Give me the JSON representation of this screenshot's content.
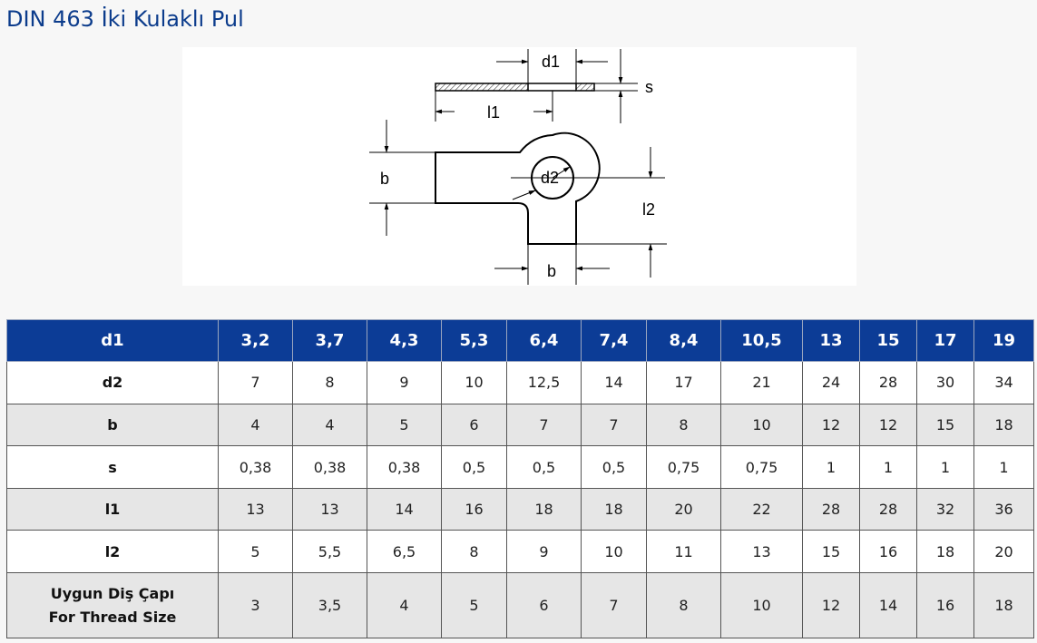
{
  "page": {
    "title": "DIN 463 İki Kulaklı Pul"
  },
  "drawing": {
    "labels": {
      "d1": "d1",
      "s": "s",
      "l1": "l1",
      "b_left": "b",
      "d2": "d2",
      "l2": "l2",
      "b_bottom": "b"
    }
  },
  "table": {
    "header_label": "d1",
    "columns": [
      "3,2",
      "3,7",
      "4,3",
      "5,3",
      "6,4",
      "7,4",
      "8,4",
      "10,5",
      "13",
      "15",
      "17",
      "19"
    ],
    "rows": [
      {
        "label": "d2",
        "values": [
          "7",
          "8",
          "9",
          "10",
          "12,5",
          "14",
          "17",
          "21",
          "24",
          "28",
          "30",
          "34"
        ]
      },
      {
        "label": "b",
        "values": [
          "4",
          "4",
          "5",
          "6",
          "7",
          "7",
          "8",
          "10",
          "12",
          "12",
          "15",
          "18"
        ]
      },
      {
        "label": "s",
        "values": [
          "0,38",
          "0,38",
          "0,38",
          "0,5",
          "0,5",
          "0,5",
          "0,75",
          "0,75",
          "1",
          "1",
          "1",
          "1"
        ]
      },
      {
        "label": "l1",
        "values": [
          "13",
          "13",
          "14",
          "16",
          "18",
          "18",
          "20",
          "22",
          "28",
          "28",
          "32",
          "36"
        ]
      },
      {
        "label": "l2",
        "values": [
          "5",
          "5,5",
          "6,5",
          "8",
          "9",
          "10",
          "11",
          "13",
          "15",
          "16",
          "18",
          "20"
        ]
      },
      {
        "label_line1": "Uygun Diş Çapı",
        "label_line2": "For Thread Size",
        "values": [
          "3",
          "3,5",
          "4",
          "5",
          "6",
          "7",
          "8",
          "10",
          "12",
          "14",
          "16",
          "18"
        ]
      }
    ]
  },
  "colors": {
    "title": "#0c3c8c",
    "header_bg": "#0c3c96",
    "header_text": "#ffffff",
    "alt_row": "#e6e6e6"
  }
}
